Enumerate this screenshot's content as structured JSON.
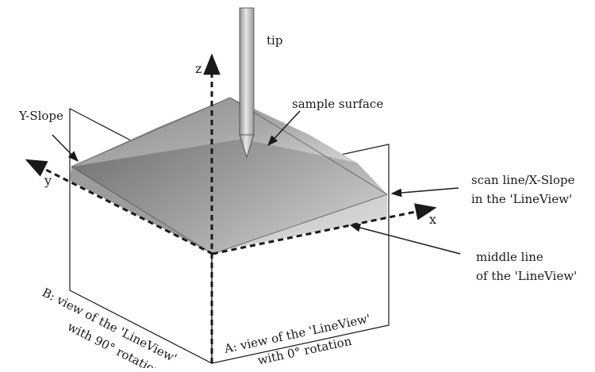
{
  "labels": {
    "tip": "tip",
    "sample_surface": "sample surface",
    "y_slope": "Y-Slope",
    "scan_line_1": "scan line/X-Slope",
    "scan_line_2": "in the 'LineView'",
    "middle_line_1": "middle line",
    "middle_line_2": "of the 'LineView'",
    "view_b_1": "B: view of the 'LineView'",
    "view_b_2": "with 90° rotation",
    "view_a_1": "A: view of the 'LineView'",
    "view_a_2": "with 0° rotation"
  },
  "axes": {
    "x": "x",
    "y": "y",
    "z": "z"
  },
  "colors": {
    "surface_dark": "#7a7a7a",
    "surface_mid": "#9e9e9e",
    "surface_light": "#d4d4d4",
    "line": "#1a1a1a"
  }
}
